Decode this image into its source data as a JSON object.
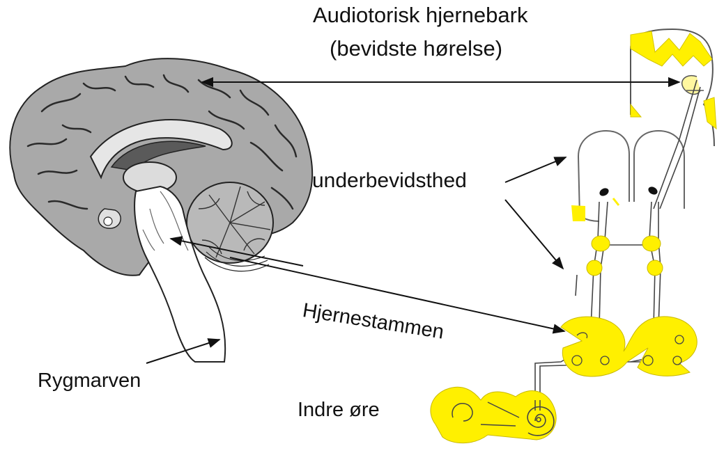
{
  "labels": {
    "auditory_cortex_line1": "Audiotorisk hjernebark",
    "auditory_cortex_line2": "(bevidste hørelse)",
    "subconscious": "underbevidsthed",
    "brainstem": "Hjernestammen",
    "spinal_cord": "Rygmarven",
    "inner_ear": "Indre øre"
  },
  "colors": {
    "brain_gray": "#a9a9a9",
    "brain_dark": "#5a5a5a",
    "pathway_yellow": "#fff000",
    "line": "#222222"
  }
}
